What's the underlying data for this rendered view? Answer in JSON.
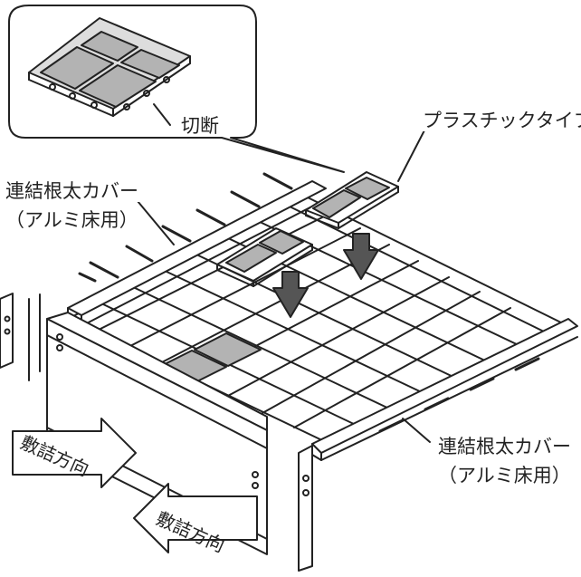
{
  "labels": {
    "cut": "切断",
    "plastic_type": "プラスチックタイプ",
    "joist_cover_top_line1": "連結根太カバー",
    "joist_cover_top_line2": "（アルミ床用）",
    "joist_cover_bottom_line1": "連結根太カバー",
    "joist_cover_bottom_line2": "（アルミ床用）",
    "laying_direction_1": "敷詰方向",
    "laying_direction_2": "敷詰方向"
  },
  "colors": {
    "line": "#222222",
    "tile_gray": "#b3b3b3",
    "background": "#ffffff"
  }
}
